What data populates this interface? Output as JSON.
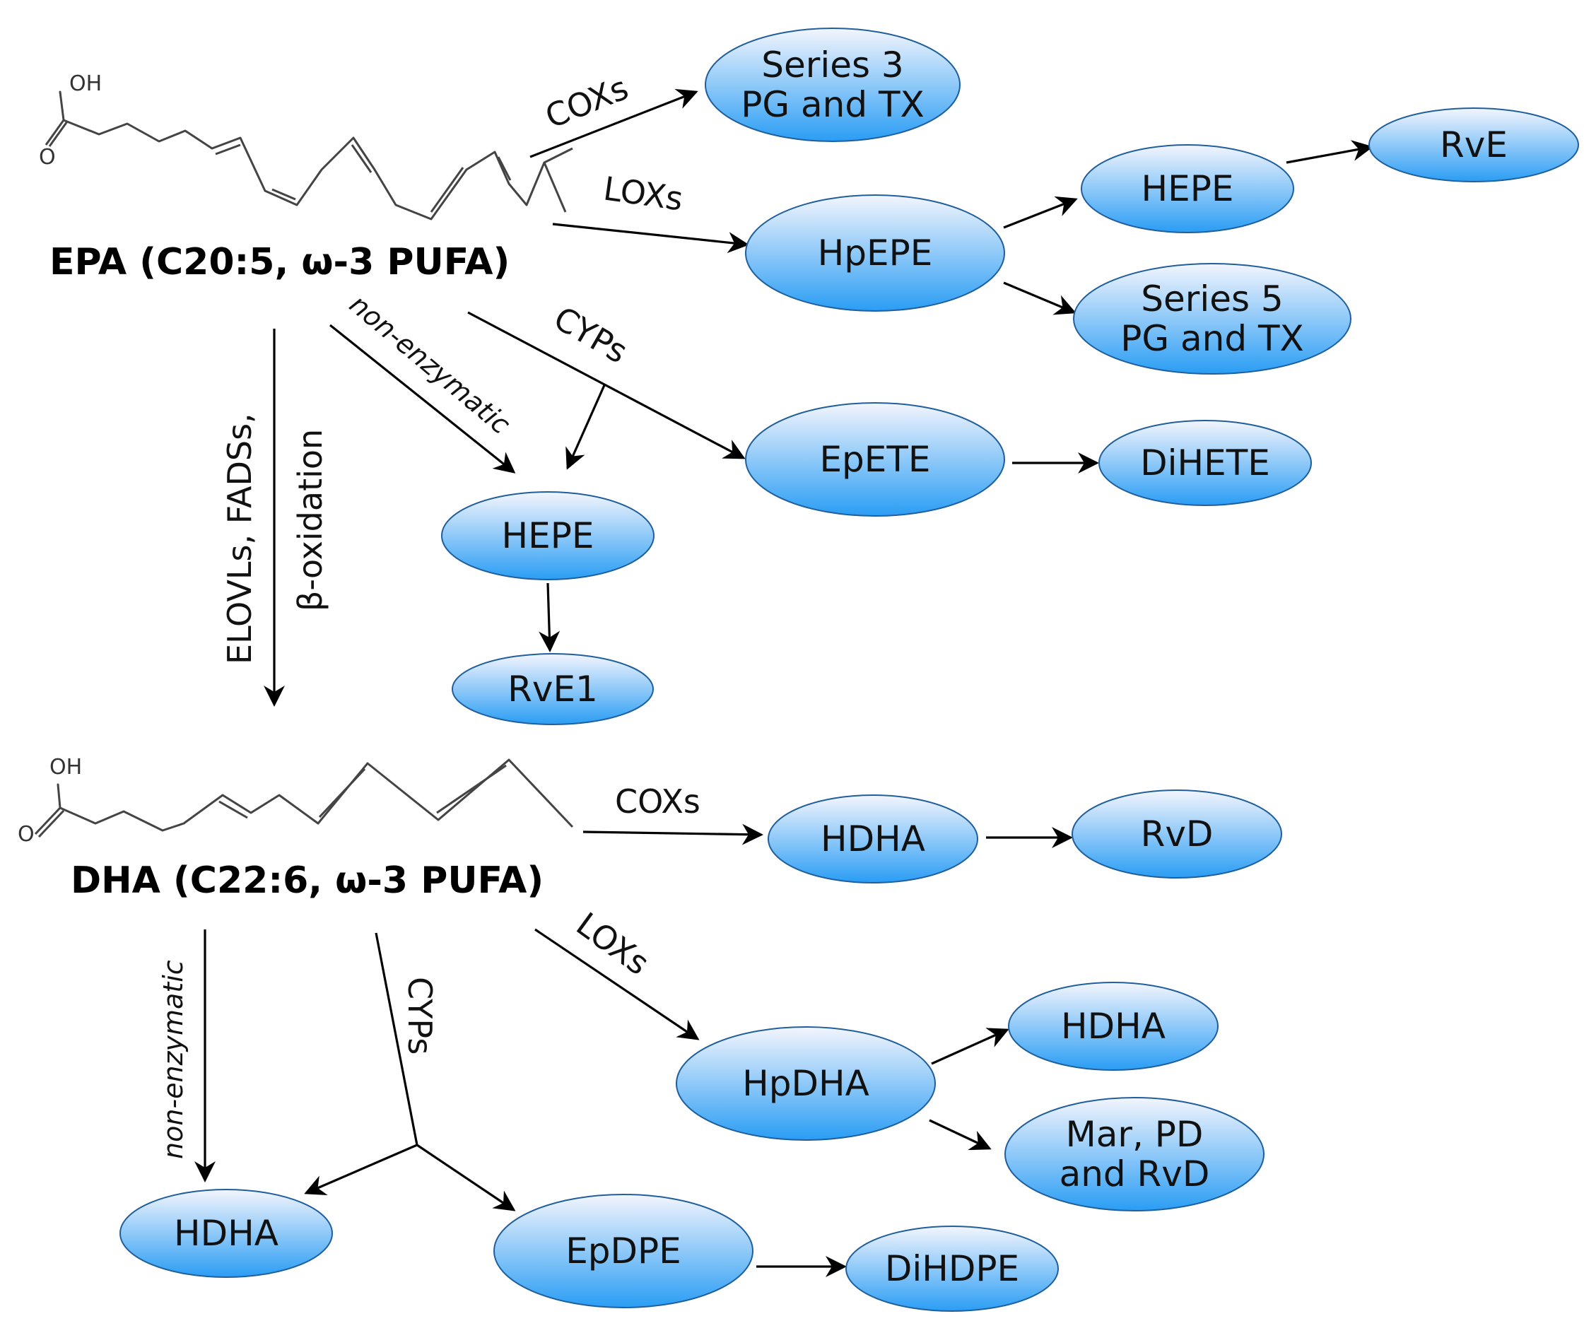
{
  "compounds": {
    "epa": {
      "label": "EPA (C20:5, ω-3 PUFA)",
      "oh": "OH",
      "o": "O"
    },
    "dha": {
      "label": "DHA (C22:6, ω-3 PUFA)",
      "oh": "OH",
      "o": "O"
    }
  },
  "nodes": {
    "series3": [
      "Series 3",
      "PG and TX"
    ],
    "rve": [
      "RvE"
    ],
    "hepe_top": [
      "HEPE"
    ],
    "hpepe": [
      "HpEPE"
    ],
    "series5": [
      "Series 5",
      "PG and TX"
    ],
    "epete": [
      "EpETE"
    ],
    "dihete": [
      "DiHETE"
    ],
    "hepe_mid": [
      "HEPE"
    ],
    "rve1": [
      "RvE1"
    ],
    "hdha_cox": [
      "HDHA"
    ],
    "rvd": [
      "RvD"
    ],
    "hdha_lox": [
      "HDHA"
    ],
    "hpdha": [
      "HpDHA"
    ],
    "mar": [
      "Mar, PD",
      "and RvD"
    ],
    "hdha_bottom": [
      "HDHA"
    ],
    "epdpe": [
      "EpDPE"
    ],
    "dihdpe": [
      "DiHDPE"
    ]
  },
  "edge_labels": {
    "epa_cox": "COXs",
    "epa_lox": "LOXs",
    "epa_nonenz": "non-enzymatic",
    "epa_cyp": "CYPs",
    "elongation_1": "ELOVLs, FADSs,",
    "elongation_2": "β-oxidation",
    "dha_cox": "COXs",
    "dha_lox": "LOXs",
    "dha_nonenz": "non-enzymatic",
    "dha_cyp": "CYPs"
  },
  "colors": {
    "node_fill_top": "#f3f5fd",
    "node_fill_bottom": "#2a9df4",
    "node_stroke": "#1f5f9e",
    "edge": "#000000"
  }
}
